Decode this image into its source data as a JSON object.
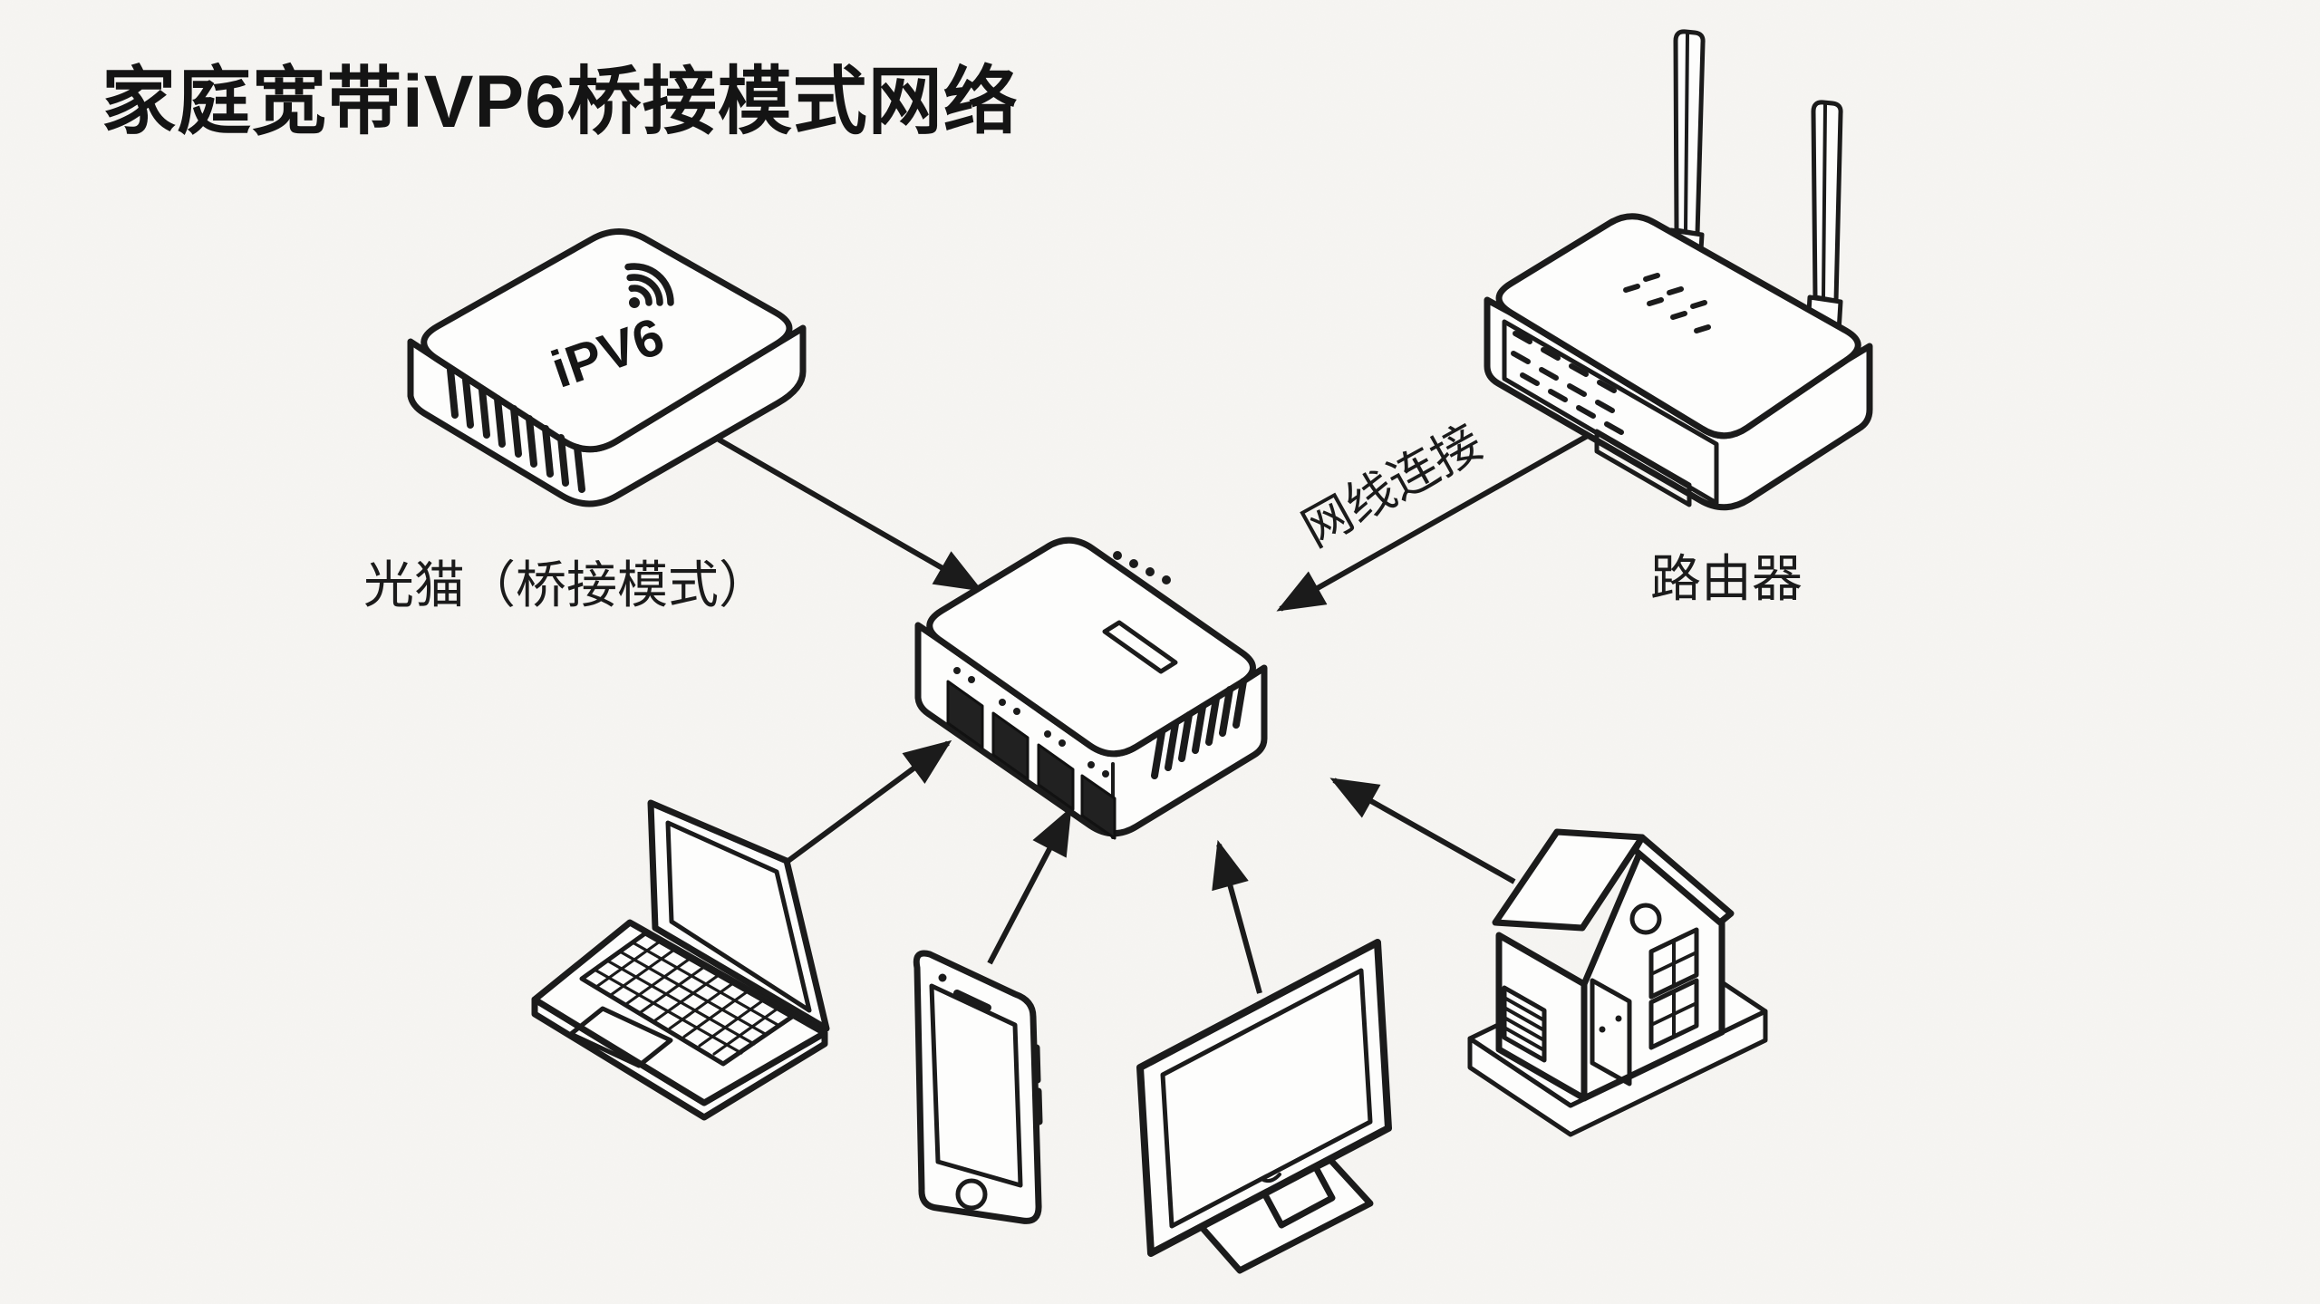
{
  "title": "家庭宽带iVP6桥接模式网络",
  "colors": {
    "background": "#f6f5f2",
    "ink": "#1b1b1b",
    "device_fill": "#fdfdfc"
  },
  "nodes": {
    "modem": {
      "kind": "optical-modem",
      "device_text": "iPV6",
      "label": "光猫（桥接模式）"
    },
    "router": {
      "kind": "wireless-router",
      "label": "路由器"
    },
    "hub": {
      "kind": "network-hub"
    },
    "laptop": {
      "kind": "laptop"
    },
    "phone": {
      "kind": "smartphone"
    },
    "monitor": {
      "kind": "tv-monitor"
    },
    "house": {
      "kind": "smart-home"
    }
  },
  "connections": [
    {
      "from": "modem",
      "to": "hub",
      "label": ""
    },
    {
      "from": "router",
      "to": "hub",
      "label": "网线连接"
    },
    {
      "from": "laptop",
      "to": "hub",
      "label": ""
    },
    {
      "from": "phone",
      "to": "hub",
      "label": ""
    },
    {
      "from": "monitor",
      "to": "hub",
      "label": ""
    },
    {
      "from": "house",
      "to": "hub",
      "label": ""
    }
  ]
}
